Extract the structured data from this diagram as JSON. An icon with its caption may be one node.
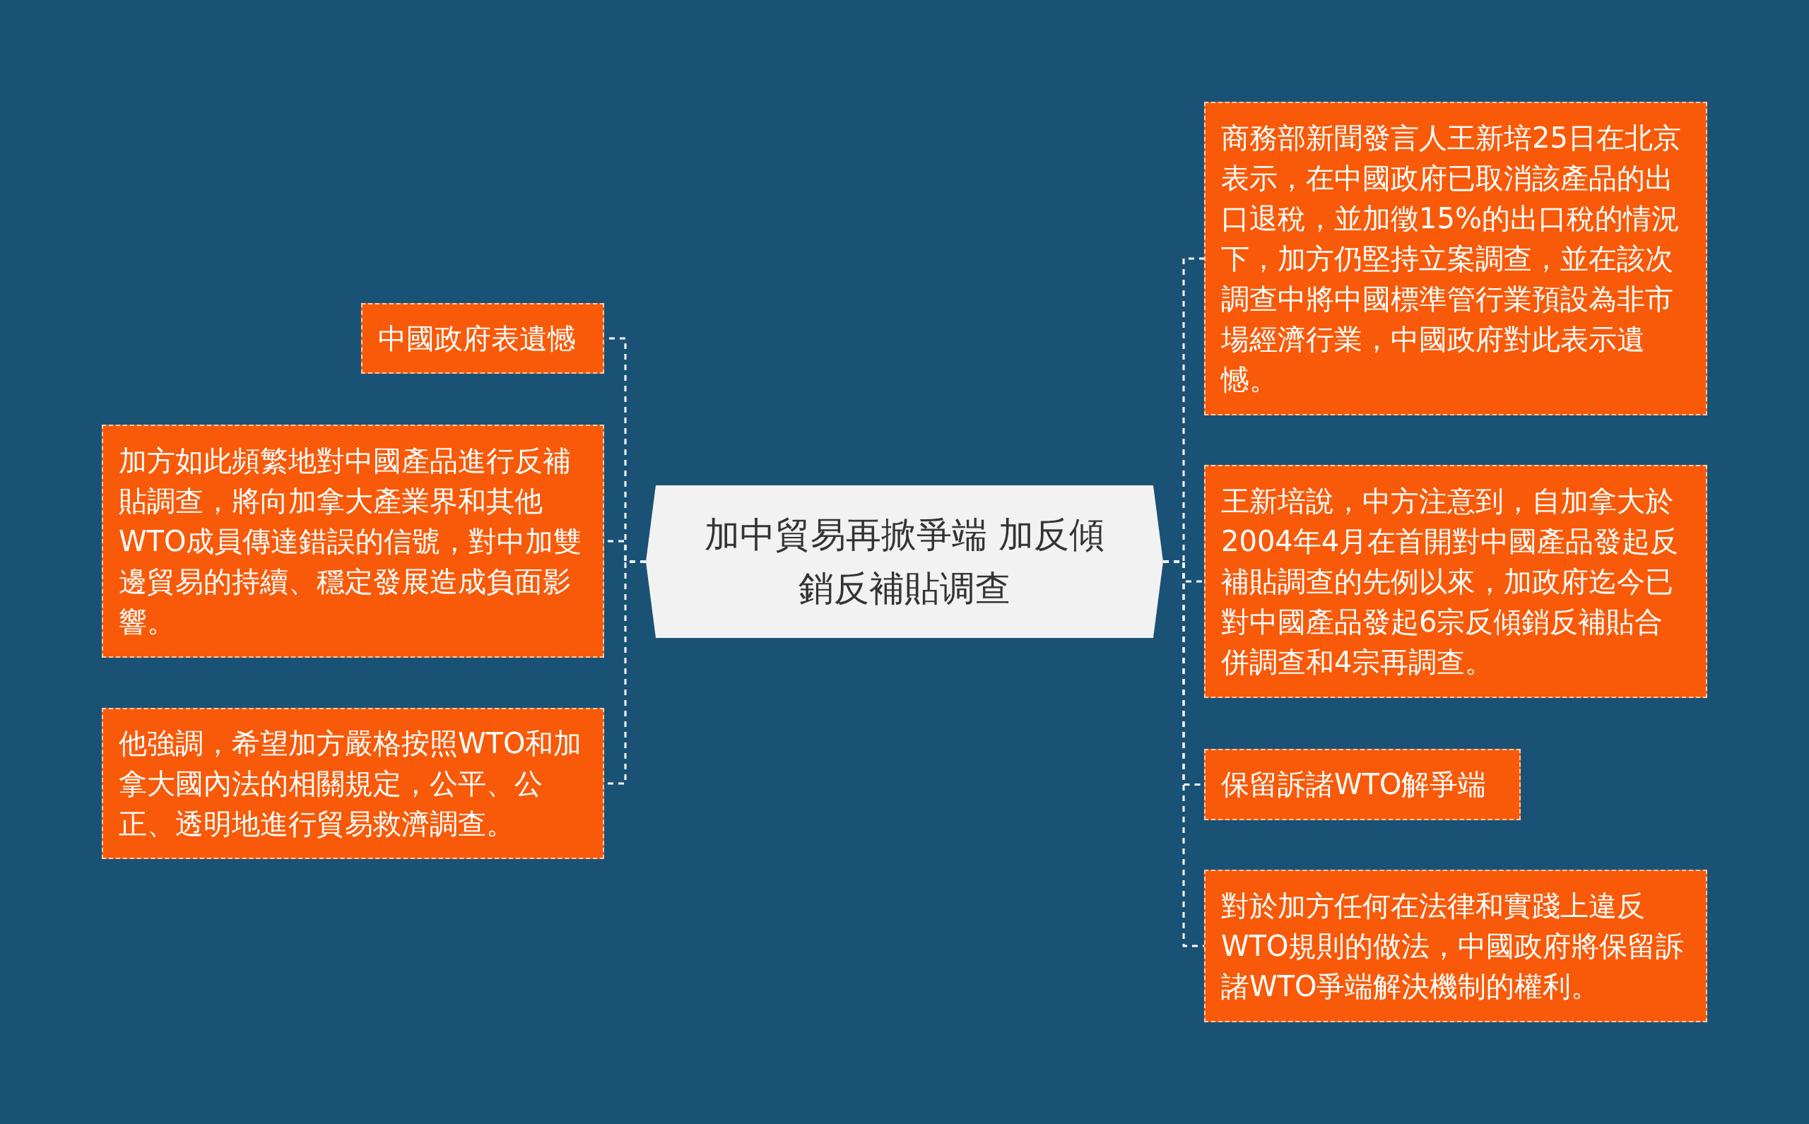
{
  "diagram": {
    "nodes": [
      {
        "text": [
          "加中貿易再掀爭端 加反傾銷反補貼调查"
        ]
      },
      {
        "text": [
          "中國政府表遺憾"
        ]
      },
      {
        "text": [
          "加方如此頻繁地對中國產品進行反補貼調查，將向加拿大產業界和其他WTO成員傳達錯誤的信號，對中加雙邊貿易的持續、穩定發展造成負面影響。"
        ]
      },
      {
        "text": [
          "他強調，希望加方嚴格按照WTO和加拿大國內法的相關規定，公平、公正、透明地進行貿易救濟調查。"
        ]
      },
      {
        "text": [
          "商務部新聞發言人王新培25日在北京表示，在中國政府已取消該產品的出口退稅，並加徵15%的出口稅的情況下，加方仍堅持立案調查，並在該次調查中將中國標準管行業預設為非市場經濟行業，中國政府對此表示遺憾。"
        ]
      },
      {
        "text": [
          "王新培說，中方注意到，自加拿大於2004年4月在首開對中國產品發起反補貼調查的先例以來，加政府迄今已對中國產品發起6宗反傾銷反補貼合併調查和4宗再調查。"
        ]
      },
      {
        "text": [
          "保留訴諸WTO解爭端"
        ]
      },
      {
        "text": [
          "對於加方任何在法律和實踐上違反WTO規則的做法，中國政府將保留訴諸WTO爭端解決機制的權利。"
        ]
      }
    ],
    "edges": [
      {
        "from": 0,
        "to": 1,
        "arrow": "none",
        "style": "dashed"
      },
      {
        "from": 0,
        "to": 2,
        "arrow": "none",
        "style": "dashed"
      },
      {
        "from": 0,
        "to": 3,
        "arrow": "none",
        "style": "dashed"
      },
      {
        "from": 0,
        "to": 4,
        "arrow": "none",
        "style": "dashed"
      },
      {
        "from": 0,
        "to": 5,
        "arrow": "none",
        "style": "dashed"
      },
      {
        "from": 0,
        "to": 6,
        "arrow": "none",
        "style": "dashed"
      },
      {
        "from": 0,
        "to": 7,
        "arrow": "none",
        "style": "dashed"
      }
    ]
  }
}
